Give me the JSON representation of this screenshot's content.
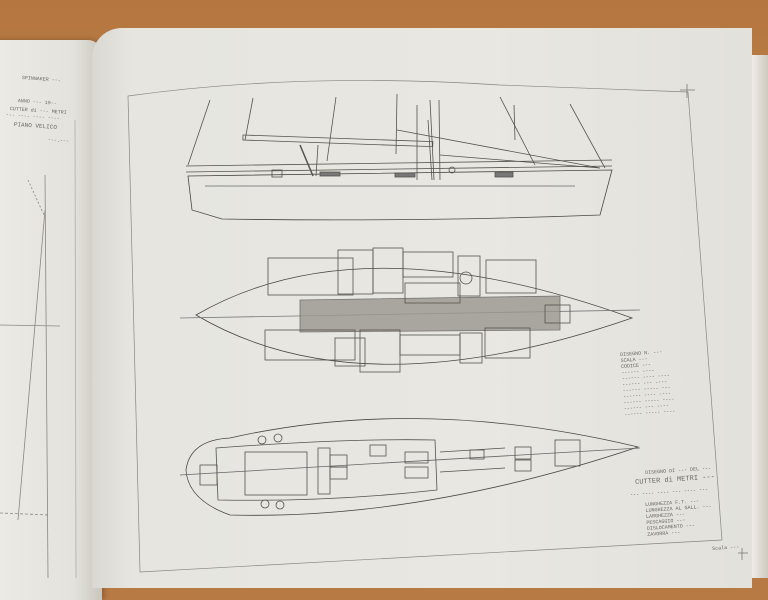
{
  "scene": {
    "description": "Photograph of an open book showing yacht design drawings: profile, interior layout and deck plan of a cutter",
    "colors": {
      "table": "#b87a45",
      "paper": "#e6e5df",
      "ink": "#4a4843"
    }
  },
  "left_page": {
    "header": "SPINNAKER ---",
    "title_lines": [
      "ANNO --- 19--",
      "CUTTER di --- METRI",
      "--- ---- ---- ----",
      "PIANO VELICO"
    ],
    "scale_note": "---.---"
  },
  "right_page": {
    "drawings": [
      "sail-plan-profile",
      "interior-layout",
      "deck-plan"
    ],
    "spec_block_1": {
      "lines": [
        "DISEGNO N. ---",
        "SCALA ---",
        "CODICE ---",
        "------ ----",
        "------ ---- ----",
        "------ --- ----",
        "------ ----- ---",
        "------ ---- ----",
        "------ ----- ----",
        "------ --- ----",
        "------ ----- ----"
      ]
    },
    "title_block": {
      "header": "DISEGNO DI --- DEL ---",
      "title": "CUTTER di METRI ---",
      "subtitle": "--- ---- ---- --- ---- ---",
      "specs": [
        {
          "label": "LUNGHEZZA F.T.",
          "value": "---"
        },
        {
          "label": "LUNGHEZZA AL GALL.",
          "value": "---"
        },
        {
          "label": "LARGHEZZA",
          "value": "---"
        },
        {
          "label": "PESCAGGIO",
          "value": "---"
        },
        {
          "label": "DISLOCAMENTO",
          "value": "---"
        },
        {
          "label": "ZAVORRA",
          "value": "---"
        }
      ],
      "signature": "Scala ---"
    }
  }
}
